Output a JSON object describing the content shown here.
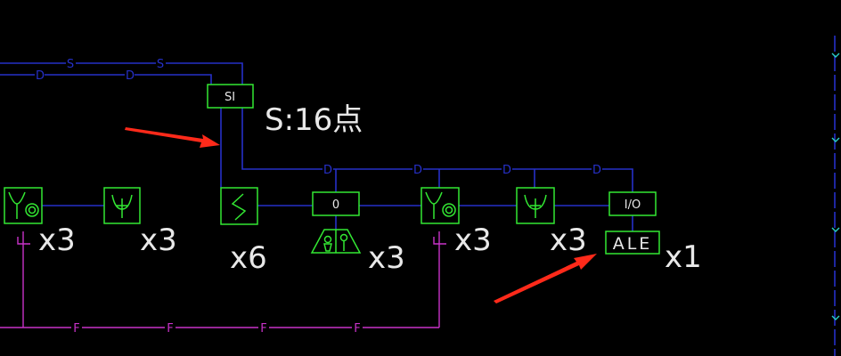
{
  "colors": {
    "background": "#000000",
    "wire_blue": "#2630c8",
    "device_green": "#33e833",
    "fire_magenta": "#c832c8",
    "text_white": "#e8e8e8",
    "arrow_red": "#ff2a1a",
    "marker_cyan": "#2ad2c8"
  },
  "wire_labels": {
    "s1": "S",
    "s2": "S",
    "d_top1": "D",
    "d_top2": "D",
    "d1": "D",
    "d2": "D",
    "d3": "D",
    "d4": "D",
    "f1": "F",
    "f2": "F",
    "f3": "F",
    "f4": "F"
  },
  "devices": {
    "si_box": "SI",
    "zero_box": "0",
    "io_box": "I/O",
    "ale_box": "ALE"
  },
  "counts": {
    "points": "S:16点",
    "phone_left": "x3",
    "socket_left": "x3",
    "switch": "x6",
    "emergency": "x3",
    "phone_right": "x3",
    "socket_right": "x3",
    "ale": "x1"
  },
  "icons": {
    "phone_socket": "phone-data-socket-icon",
    "tv_socket": "tv-socket-icon",
    "switch": "s-switch-icon",
    "emergency_call": "emergency-call-icon",
    "red_arrow": "red-arrow-icon"
  }
}
